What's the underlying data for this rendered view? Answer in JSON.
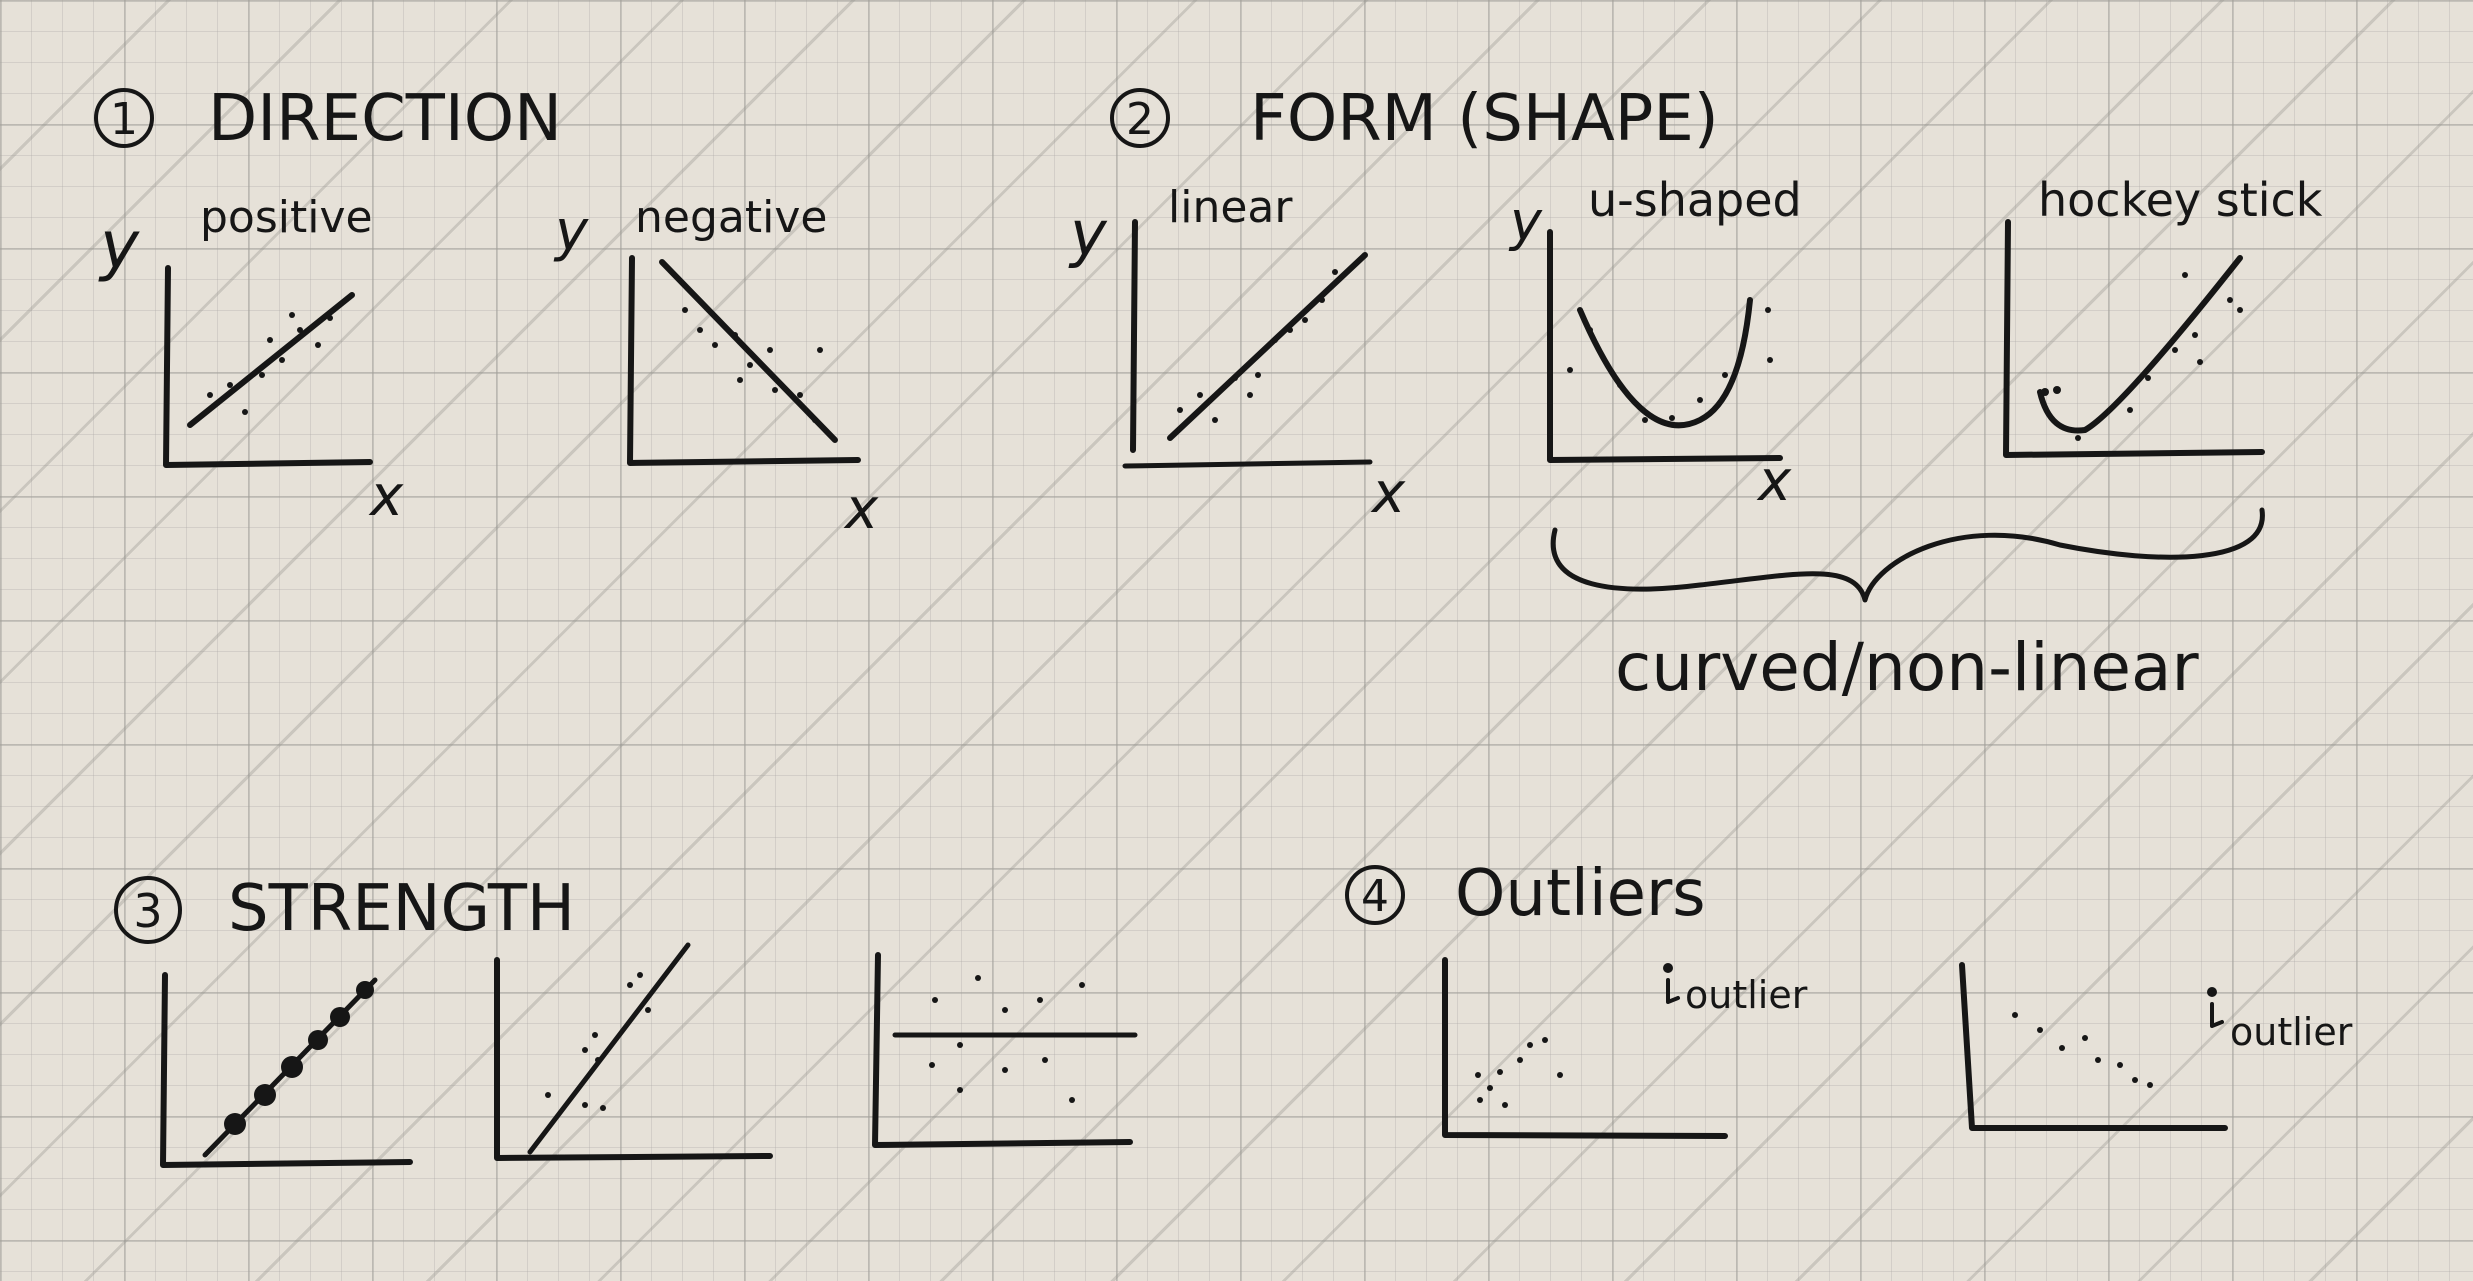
{
  "sections": {
    "direction": {
      "number": "1",
      "title": "DIRECTION"
    },
    "form": {
      "number": "2",
      "title": "FORM (SHAPE)"
    },
    "strength": {
      "number": "3",
      "title": "STRENGTH"
    },
    "outliers": {
      "number": "4",
      "title": "Outliers"
    }
  },
  "plots": {
    "positive": {
      "label": "positive",
      "y": "y",
      "x": "x"
    },
    "negative": {
      "label": "negative",
      "y": "y",
      "x": "x"
    },
    "linear": {
      "label": "linear",
      "y": "y",
      "x": "x"
    },
    "u_shaped": {
      "label": "u-shaped",
      "y": "y",
      "x": "x"
    },
    "hockey_stick": {
      "label": "hockey stick"
    }
  },
  "brace_label": "curved/non-linear",
  "outlier_label": "outlier"
}
